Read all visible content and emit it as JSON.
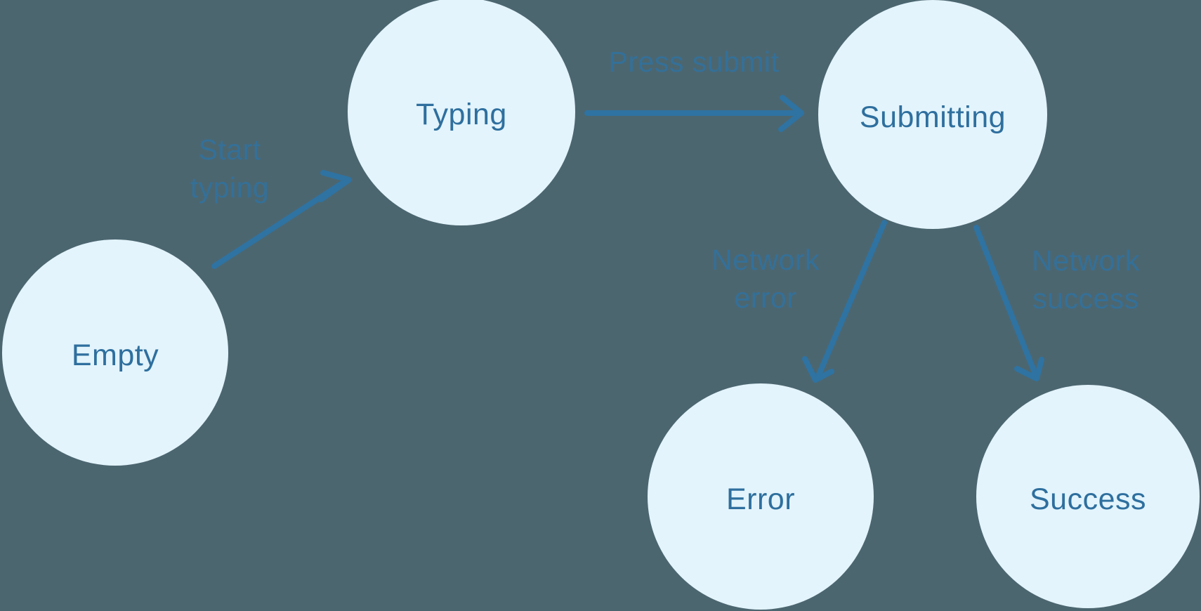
{
  "diagram": {
    "type": "state-machine",
    "states": [
      {
        "label": "Empty"
      },
      {
        "label": "Typing"
      },
      {
        "label": "Submitting"
      },
      {
        "label": "Error"
      },
      {
        "label": "Success"
      }
    ],
    "transitions": [
      {
        "label": "Start typing",
        "from": "Empty",
        "to": "Typing"
      },
      {
        "label": "Press submit",
        "from": "Typing",
        "to": "Submitting"
      },
      {
        "label": "Network error",
        "from": "Submitting",
        "to": "Error"
      },
      {
        "label": "Network success",
        "from": "Submitting",
        "to": "Success"
      }
    ],
    "colors": {
      "background": "#4C6670",
      "node_fill": "#E3F4FC",
      "node_text": "#2E6F9E",
      "arrow": "#2E73A2",
      "transition_label": "#347098"
    }
  }
}
